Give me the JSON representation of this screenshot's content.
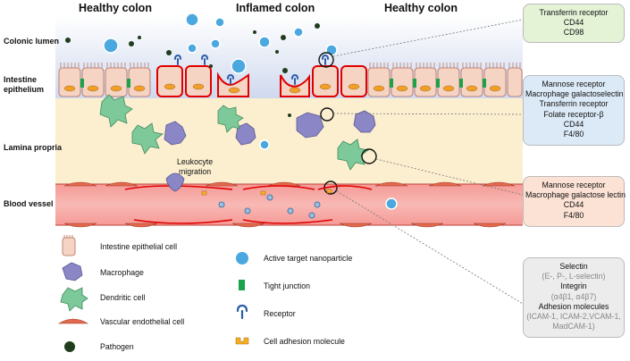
{
  "headers": {
    "left": "Healthy colon",
    "center": "Inflamed colon",
    "right": "Healthy colon"
  },
  "row_labels": {
    "lumen": "Colonic lumen",
    "epithelium_1": "Intestine",
    "epithelium_2": "epithelium",
    "lamina": "Lamina propria",
    "vessel": "Blood vessel"
  },
  "migration": {
    "line1": "Leukocyte",
    "line2": "migration"
  },
  "boxes": {
    "lumen": [
      "Transferrin receptor",
      "CD44",
      "CD98"
    ],
    "epithelium": [
      "Mannose receptor",
      "Macrophage galactoselectin",
      "Transferrin receptor",
      "Folate receptor-β",
      "CD44",
      "F4/80"
    ],
    "vessel": [
      "Mannose receptor",
      "Macrophage galactose lectin",
      "CD44",
      "F4/80"
    ],
    "adhesion": {
      "selectin": "Selectin",
      "selectin_types": "(E-, P-, L-selectin)",
      "integrin": "Integrin",
      "integrin_types": "(α4β1, α4β7)",
      "adhesion": "Adhesion molecules",
      "adhesion_types_1": "(ICAM-1, ICAM-2,VCAM-1,",
      "adhesion_types_2": "MadCAM-1)"
    }
  },
  "legend": {
    "epithelial": "Intestine epithelial cell",
    "macrophage": "Macrophage",
    "dendritic": "Dendritic cell",
    "endothelial": "Vascular endothelial cell",
    "pathogen": "Pathogen",
    "nanoparticle": "Active target nanoparticle",
    "tight_junction": "Tight junction",
    "receptor": "Receptor",
    "adhesion_molecule": "Cell adhesion molecule"
  },
  "colors": {
    "lumen": "#dfe6f3",
    "lamina": "#fbefcf",
    "vessel": "#f7aaa6",
    "epithelial_cell": "#f6d4c4",
    "tight_junction": "#1aa34a",
    "receptor": "#2e5ea8",
    "nanoparticle": "#4aa8df",
    "macrophage": "#8b87c6",
    "dendritic": "#7ec99a",
    "endothelial": "#e0694e",
    "inflamed_outline": "#e00000",
    "box_green": "#e4f2d6",
    "box_blue": "#dceaf7",
    "box_peach": "#fbe2d4",
    "box_gray": "#ececec"
  }
}
